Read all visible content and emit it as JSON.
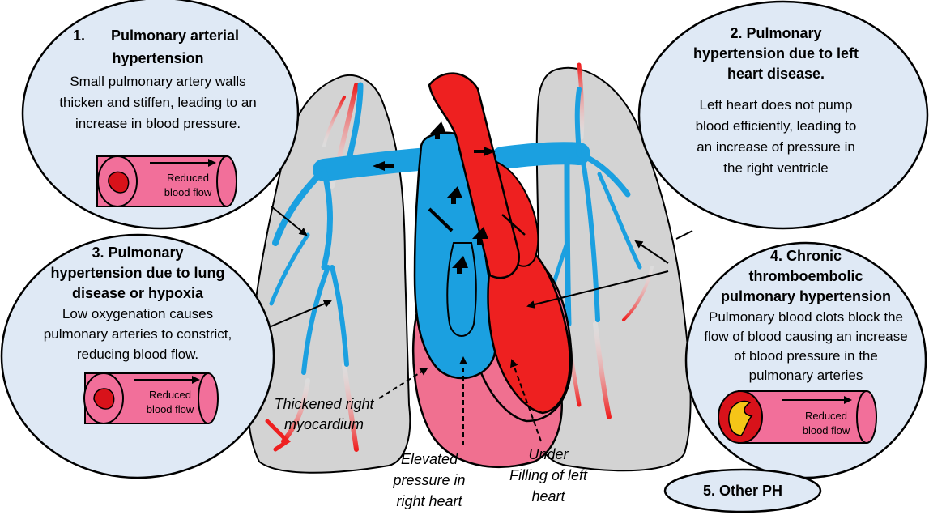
{
  "colors": {
    "lung": "#d3d3d3",
    "vessel_blue": "#1ba0e0",
    "vessel_red": "#ee2020",
    "myocardium_pink": "#f07090",
    "circle_fill": "#dfe9f5",
    "tube_pink": "#f26f9a",
    "clot_yellow": "#f5c518"
  },
  "circles": [
    {
      "number": "1.",
      "title_lines": [
        "Pulmonary arterial",
        "hypertension"
      ],
      "body_lines": [
        "Small pulmonary artery walls",
        "thicken and stiffen, leading to an",
        "increase in blood pressure."
      ]
    },
    {
      "title_lines": [
        "2. Pulmonary",
        "hypertension due to left",
        "heart disease."
      ],
      "body_lines": [
        "Left heart does not pump",
        "blood efficiently, leading to",
        "an increase of pressure in",
        "the right ventricle"
      ]
    },
    {
      "title_lines": [
        "3. Pulmonary",
        "hypertension due to lung",
        "disease or hypoxia"
      ],
      "body_lines": [
        "Low oxygenation causes",
        "pulmonary arteries to constrict,",
        "reducing blood flow."
      ]
    },
    {
      "title_lines": [
        "4. Chronic",
        "thromboembolic",
        "pulmonary hypertension"
      ],
      "body_lines": [
        "Pulmonary blood clots block the",
        "flow of blood causing an increase",
        "of blood pressure in the",
        "pulmonary arteries"
      ]
    }
  ],
  "other_ph": "5. Other PH",
  "tube_label_lines": [
    "Reduced",
    "blood flow"
  ],
  "annotations": {
    "thickened": [
      "Thickened right",
      "myocardium"
    ],
    "elevated": [
      "Elevated",
      "pressure in",
      "right heart"
    ],
    "under_filling": [
      "Under",
      "Filling of left",
      "heart"
    ]
  }
}
